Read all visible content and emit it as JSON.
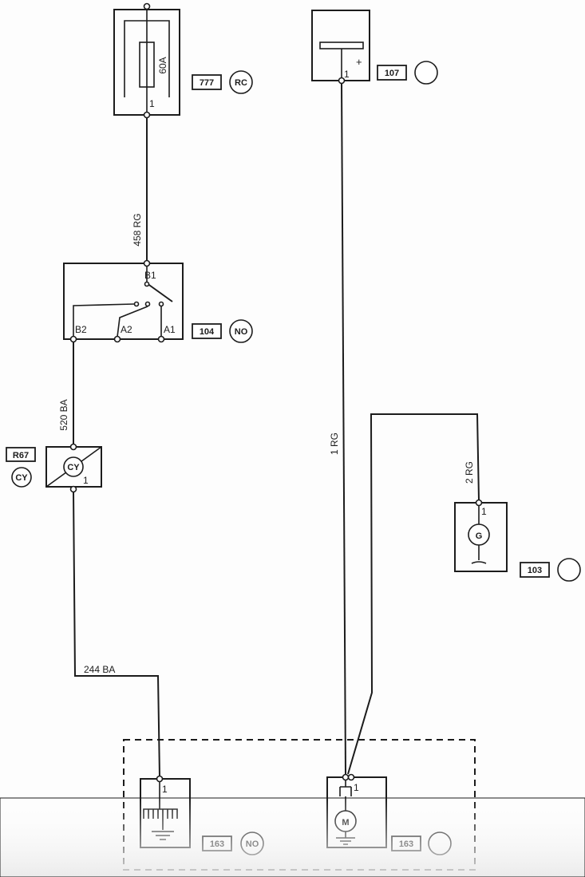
{
  "components": {
    "fuse": {
      "rating": "60A",
      "pin": "1",
      "ref": "777",
      "location": "RC"
    },
    "battery": {
      "plus": "+",
      "pin": "1",
      "ref": "107",
      "location": ""
    },
    "ignition_switch": {
      "pins": {
        "b1": "B1",
        "b2": "B2",
        "a2": "A2",
        "a1": "A1"
      },
      "ref": "104",
      "location": "NO"
    },
    "relay_cy": {
      "symbol": "CY",
      "pin": "1",
      "ref": "R67",
      "location": "CY"
    },
    "alternator": {
      "symbol": "G",
      "pin": "1",
      "ref": "103",
      "location": ""
    },
    "starter_solenoid": {
      "pin": "1",
      "ref": "163",
      "location": "NO"
    },
    "starter_motor": {
      "symbol": "M",
      "pin": "1",
      "ref": "163",
      "location": ""
    }
  },
  "wires": {
    "w458": "458 RG",
    "w520": "520 BA",
    "w244": "244 BA",
    "w1": "1 RG",
    "w2": "2 RG"
  }
}
